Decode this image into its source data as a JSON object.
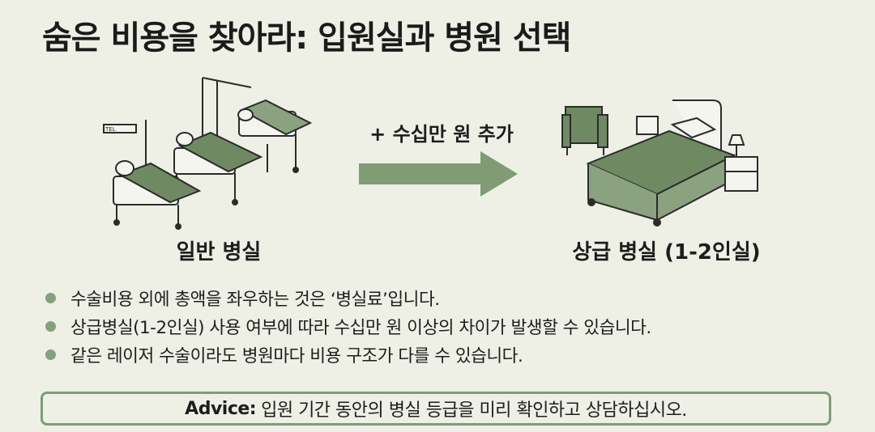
{
  "title": "숨은 비용을 찾아라: 입원실과 병원 선택",
  "ward": {
    "label": "일반 병실",
    "sign_text": "TEL"
  },
  "arrow_label": "+ 수십만 원 추가",
  "private": {
    "label": "상급 병실 (1-2인실)"
  },
  "bullets": [
    "수술비용 외에 총액을 좌우하는 것은 ‘병실료’입니다.",
    "상급병실(1-2인실) 사용 여부에 따라 수십만 원 이상의 차이가 발생할 수 있습니다.",
    "같은 레이저 수술이라도 병원마다 비용 구조가 다를 수 있습니다."
  ],
  "advice": {
    "prefix": "Advice:",
    "text": "입원 기간 동안의 병실 등급을 미리 확인하고 상담하십시오."
  },
  "colors": {
    "background": "#eef0e6",
    "accent_green": "#7f9c75",
    "bedding_green": "#6f8a62",
    "line": "#2b2b2b"
  }
}
